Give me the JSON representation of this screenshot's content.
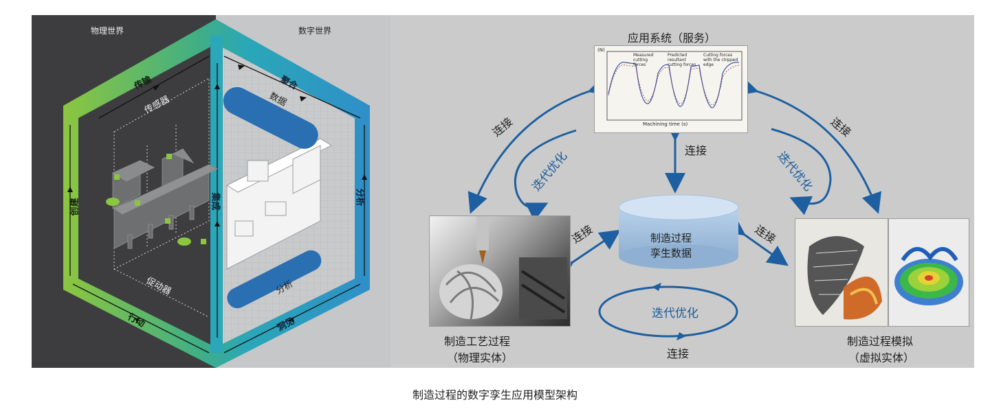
{
  "left": {
    "physical_world": "物理世界",
    "digital_world": "数字世界",
    "edges": {
      "transmit": "传输",
      "aggregate": "聚合",
      "analyze_edge": "分析",
      "insight": "洞见",
      "action": "行动",
      "create": "创建",
      "integrate": "集成"
    },
    "inner": {
      "sensor": "传感器",
      "actuator": "促动器",
      "data": "数据",
      "analyze_box": "分析"
    }
  },
  "right": {
    "app_title": "应用系统（服务）",
    "center_data": [
      "制造过程",
      "孪生数据"
    ],
    "physical_label": [
      "制造工艺过程",
      "（物理实体）"
    ],
    "virtual_label": [
      "制造过程模拟",
      "（虚拟实体）"
    ],
    "connect": "连接",
    "iterate": "迭代优化",
    "plot": {
      "xlabel": "Machining time (s)",
      "ylabel": "(N)",
      "legend": [
        "Measured cutting forces",
        "Predicted resultant cutting forces",
        "Cutting forces with the chipped edge"
      ]
    }
  },
  "caption": "制造过程的数字孪生应用模型架构",
  "colors": {
    "green": "#7dc242",
    "teal": "#2aa7b8",
    "blue": "#2f8fc8",
    "arrow_blue": "#1d5fa0",
    "dark_bg": "#3d3d3f",
    "light_bg": "#c6c7c8"
  }
}
